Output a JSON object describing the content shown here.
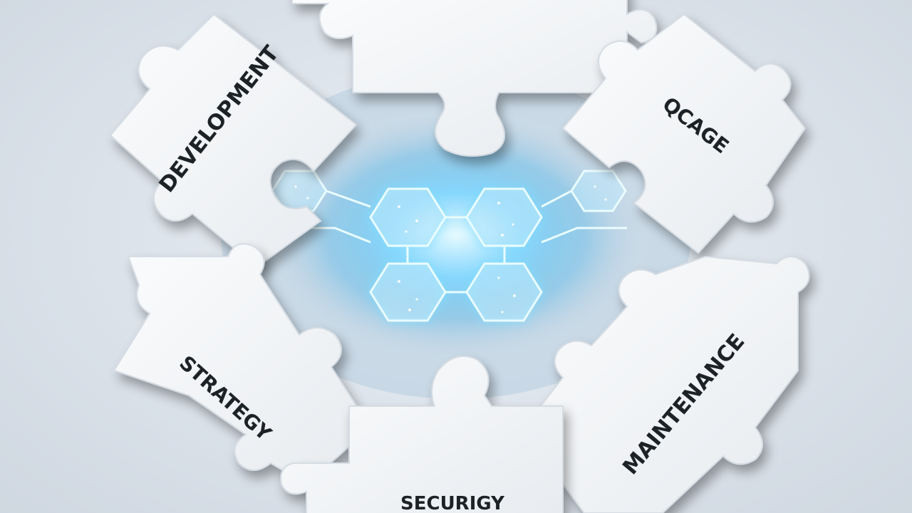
{
  "pieces": {
    "development": "DEVELOPMENT",
    "qcage": "QCAGE",
    "strategy": "STRATEGY",
    "maintenance": "MAINTENANCE",
    "security": "SECURIGY"
  },
  "colors": {
    "background": "#dfe5ec",
    "piece": "#f4f6f8",
    "piece_shadow": "#b8c3cf",
    "glow": "#4fc3f7",
    "text": "#1e2227"
  },
  "icons": {
    "center": "glowing-hexagon-network-icon"
  }
}
